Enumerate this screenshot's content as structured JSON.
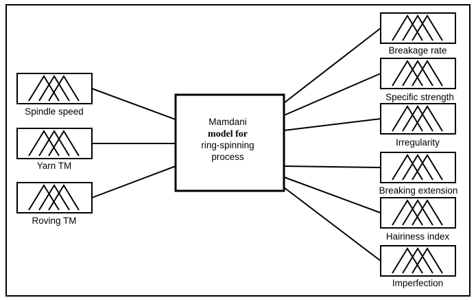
{
  "inputs": [
    {
      "label": "Spindle speed",
      "icon": "membership-function-icon"
    },
    {
      "label": "Yarn TM",
      "icon": "membership-function-icon"
    },
    {
      "label": "Roving TM",
      "icon": "membership-function-icon"
    }
  ],
  "model": {
    "line1": "Mamdani",
    "line2": "model for",
    "line3": "ring-spinning",
    "line4": "process"
  },
  "outputs": [
    {
      "label": "Breakage rate",
      "icon": "membership-function-icon"
    },
    {
      "label": "Specific strength",
      "icon": "membership-function-icon"
    },
    {
      "label": "Irregularity",
      "icon": "membership-function-icon"
    },
    {
      "label": "Breaking extension",
      "icon": "membership-function-icon"
    },
    {
      "label": "Hairiness index",
      "icon": "membership-function-icon"
    },
    {
      "label": "Imperfection",
      "icon": "membership-function-icon"
    }
  ],
  "colors": {
    "stroke": "#000000",
    "background": "#ffffff"
  }
}
